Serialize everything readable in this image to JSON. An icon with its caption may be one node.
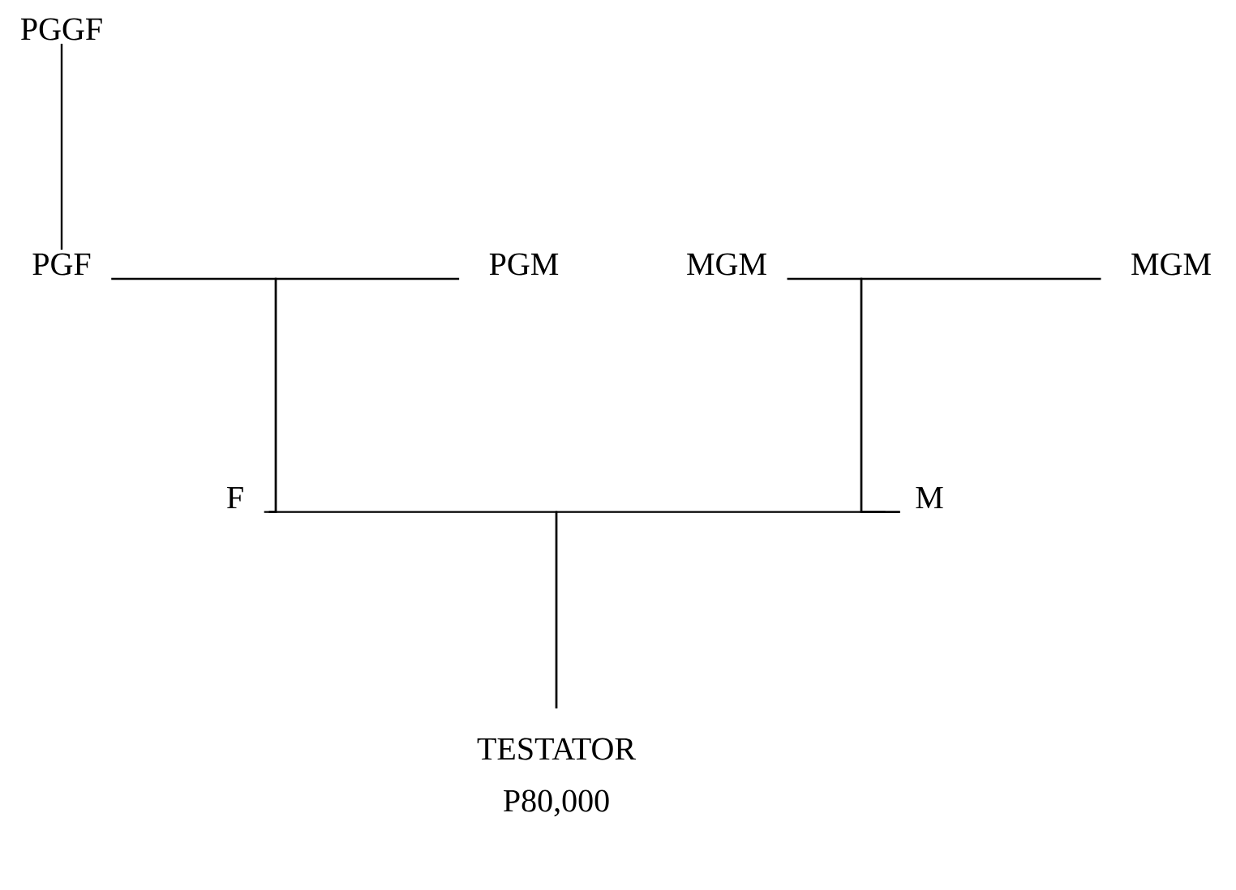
{
  "diagram": {
    "nodes": [
      {
        "text": [
          "PGGF"
        ]
      },
      {
        "text": [
          "PGF"
        ]
      },
      {
        "text": [
          "PGM"
        ]
      },
      {
        "text": [
          "MGM"
        ]
      },
      {
        "text": [
          "MGM"
        ]
      },
      {
        "text": [
          "F"
        ]
      },
      {
        "text": [
          "M"
        ]
      },
      {
        "text": [
          "TESTATOR"
        ],
        "beside": [
          "P80,000"
        ]
      }
    ],
    "edges": [
      {
        "from": 0,
        "to": 1,
        "arrow": "none"
      },
      {
        "from": 1,
        "to": 5,
        "arrow": "none"
      },
      {
        "from": 2,
        "to": 5,
        "arrow": "none"
      },
      {
        "from": 3,
        "to": 6,
        "arrow": "none"
      },
      {
        "from": 4,
        "to": 6,
        "arrow": "none"
      },
      {
        "from": 5,
        "to": 7,
        "arrow": "none"
      },
      {
        "from": 6,
        "to": 7,
        "arrow": "none"
      }
    ]
  }
}
